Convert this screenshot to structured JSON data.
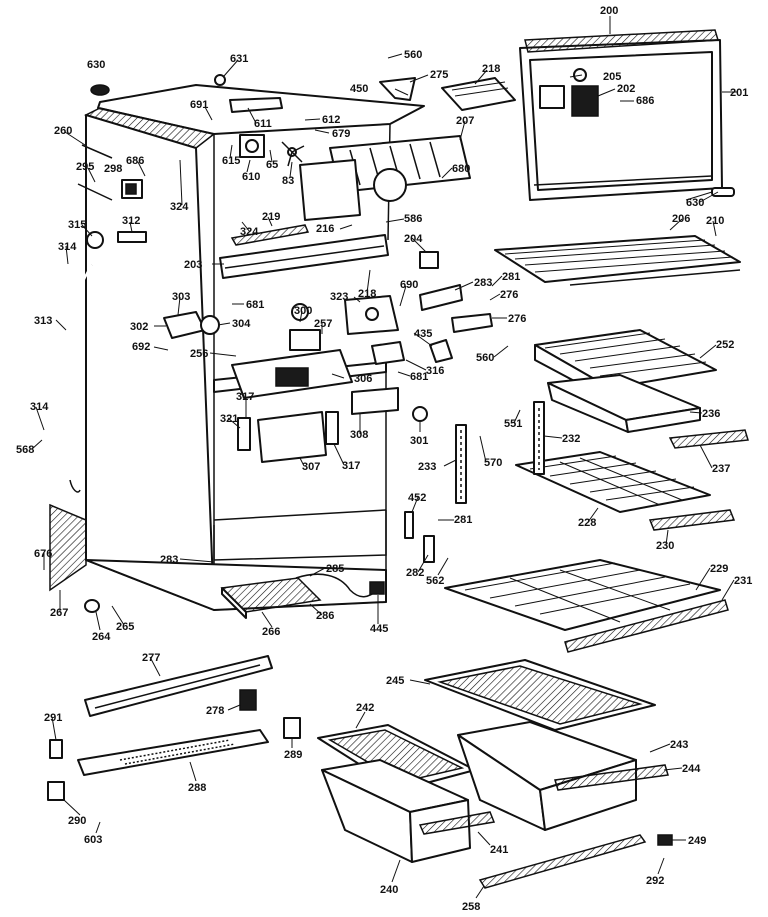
{
  "labels": [
    {
      "id": "l200",
      "text": "200"
    },
    {
      "id": "l205",
      "text": "205"
    },
    {
      "id": "l202",
      "text": "202"
    },
    {
      "id": "l686a",
      "text": "686"
    },
    {
      "id": "l201",
      "text": "201"
    },
    {
      "id": "l630a",
      "text": "630"
    },
    {
      "id": "l631",
      "text": "631"
    },
    {
      "id": "l560a",
      "text": "560"
    },
    {
      "id": "l275",
      "text": "275"
    },
    {
      "id": "l218",
      "text": "218"
    },
    {
      "id": "l450",
      "text": "450"
    },
    {
      "id": "l691",
      "text": "691"
    },
    {
      "id": "l611",
      "text": "611"
    },
    {
      "id": "l612",
      "text": "612"
    },
    {
      "id": "l679",
      "text": "679"
    },
    {
      "id": "l207",
      "text": "207"
    },
    {
      "id": "l260",
      "text": "260"
    },
    {
      "id": "l686b",
      "text": "686"
    },
    {
      "id": "l298",
      "text": "298"
    },
    {
      "id": "l295",
      "text": "295"
    },
    {
      "id": "l615",
      "text": "615"
    },
    {
      "id": "l610",
      "text": "610"
    },
    {
      "id": "l65",
      "text": "65"
    },
    {
      "id": "l83",
      "text": "83"
    },
    {
      "id": "l680",
      "text": "680"
    },
    {
      "id": "l630b",
      "text": "630"
    },
    {
      "id": "l324a",
      "text": "324"
    },
    {
      "id": "l315",
      "text": "315"
    },
    {
      "id": "l312",
      "text": "312"
    },
    {
      "id": "l314a",
      "text": "314"
    },
    {
      "id": "l324b",
      "text": "324"
    },
    {
      "id": "l219",
      "text": "219"
    },
    {
      "id": "l216",
      "text": "216"
    },
    {
      "id": "l586",
      "text": "586"
    },
    {
      "id": "l206",
      "text": "206"
    },
    {
      "id": "l210",
      "text": "210"
    },
    {
      "id": "l203",
      "text": "203"
    },
    {
      "id": "l204",
      "text": "204"
    },
    {
      "id": "l218b",
      "text": "218"
    },
    {
      "id": "l323",
      "text": "323"
    },
    {
      "id": "l690",
      "text": "690"
    },
    {
      "id": "l283a",
      "text": "283"
    },
    {
      "id": "l281a",
      "text": "281"
    },
    {
      "id": "l276a",
      "text": "276"
    },
    {
      "id": "l313",
      "text": "313"
    },
    {
      "id": "l303",
      "text": "303"
    },
    {
      "id": "l681a",
      "text": "681"
    },
    {
      "id": "l300",
      "text": "300"
    },
    {
      "id": "l302",
      "text": "302"
    },
    {
      "id": "l304",
      "text": "304"
    },
    {
      "id": "l257",
      "text": "257"
    },
    {
      "id": "l276b",
      "text": "276"
    },
    {
      "id": "l435",
      "text": "435"
    },
    {
      "id": "l252",
      "text": "252"
    },
    {
      "id": "l692",
      "text": "692"
    },
    {
      "id": "l256",
      "text": "256"
    },
    {
      "id": "l560b",
      "text": "560"
    },
    {
      "id": "l306",
      "text": "306"
    },
    {
      "id": "l681b",
      "text": "681"
    },
    {
      "id": "l316",
      "text": "316"
    },
    {
      "id": "l314b",
      "text": "314"
    },
    {
      "id": "l317a",
      "text": "317"
    },
    {
      "id": "l236",
      "text": "236"
    },
    {
      "id": "l568",
      "text": "568"
    },
    {
      "id": "l321",
      "text": "321"
    },
    {
      "id": "l308",
      "text": "308"
    },
    {
      "id": "l301",
      "text": "301"
    },
    {
      "id": "l551",
      "text": "551"
    },
    {
      "id": "l232",
      "text": "232"
    },
    {
      "id": "l570",
      "text": "570"
    },
    {
      "id": "l307",
      "text": "307"
    },
    {
      "id": "l317b",
      "text": "317"
    },
    {
      "id": "l233",
      "text": "233"
    },
    {
      "id": "l237",
      "text": "237"
    },
    {
      "id": "l452",
      "text": "452"
    },
    {
      "id": "l228",
      "text": "228"
    },
    {
      "id": "l281b",
      "text": "281"
    },
    {
      "id": "l230",
      "text": "230"
    },
    {
      "id": "l676",
      "text": "676"
    },
    {
      "id": "l283b",
      "text": "283"
    },
    {
      "id": "l282",
      "text": "282"
    },
    {
      "id": "l285",
      "text": "285"
    },
    {
      "id": "l562",
      "text": "562"
    },
    {
      "id": "l229",
      "text": "229"
    },
    {
      "id": "l231",
      "text": "231"
    },
    {
      "id": "l267",
      "text": "267"
    },
    {
      "id": "l264",
      "text": "264"
    },
    {
      "id": "l265",
      "text": "265"
    },
    {
      "id": "l286",
      "text": "286"
    },
    {
      "id": "l445",
      "text": "445"
    },
    {
      "id": "l266",
      "text": "266"
    },
    {
      "id": "l277",
      "text": "277"
    },
    {
      "id": "l245",
      "text": "245"
    },
    {
      "id": "l278",
      "text": "278"
    },
    {
      "id": "l291",
      "text": "291"
    },
    {
      "id": "l242",
      "text": "242"
    },
    {
      "id": "l243",
      "text": "243"
    },
    {
      "id": "l244",
      "text": "244"
    },
    {
      "id": "l289",
      "text": "289"
    },
    {
      "id": "l288",
      "text": "288"
    },
    {
      "id": "l290",
      "text": "290"
    },
    {
      "id": "l241",
      "text": "241"
    },
    {
      "id": "l603",
      "text": "603"
    },
    {
      "id": "l249",
      "text": "249"
    },
    {
      "id": "l240",
      "text": "240"
    },
    {
      "id": "l292",
      "text": "292"
    },
    {
      "id": "l258",
      "text": "258"
    }
  ]
}
